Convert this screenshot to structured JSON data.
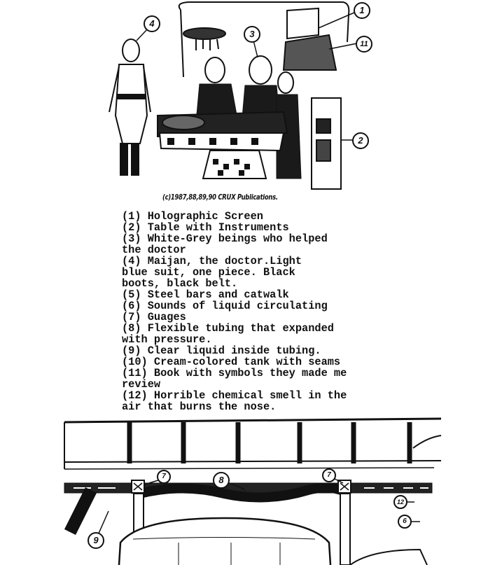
{
  "top_figure": {
    "callouts": [
      "1",
      "2",
      "3",
      "4",
      "11"
    ],
    "caption": "(c)1987,88,89,90 CRUX Publications."
  },
  "legend": [
    {
      "num": "(1)",
      "lines": [
        "Holographic Screen"
      ]
    },
    {
      "num": "(2)",
      "lines": [
        "Table with Instruments"
      ]
    },
    {
      "num": "(3)",
      "lines": [
        "White-Grey beings who helped",
        "the doctor"
      ]
    },
    {
      "num": "(4)",
      "lines": [
        "Maijan, the doctor.Light",
        "blue suit, one piece. Black",
        "boots, black belt."
      ]
    },
    {
      "num": "(5)",
      "lines": [
        "Steel bars and catwalk"
      ]
    },
    {
      "num": "(6)",
      "lines": [
        "Sounds of liquid circulating"
      ]
    },
    {
      "num": "(7)",
      "lines": [
        "Guages"
      ]
    },
    {
      "num": "(8)",
      "lines": [
        "Flexible tubing that expanded",
        "with pressure."
      ]
    },
    {
      "num": "(9)",
      "lines": [
        "Clear liquid inside tubing."
      ]
    },
    {
      "num": "(10)",
      "lines": [
        "Cream-colored tank with seams"
      ]
    },
    {
      "num": "(11)",
      "lines": [
        "Book with symbols they made me",
        "review"
      ]
    },
    {
      "num": "(12)",
      "lines": [
        "Horrible chemical smell in the",
        "air that burns the nose."
      ]
    }
  ],
  "bottom_figure": {
    "callouts": [
      "7",
      "8",
      "7",
      "12",
      "6",
      "9"
    ]
  }
}
